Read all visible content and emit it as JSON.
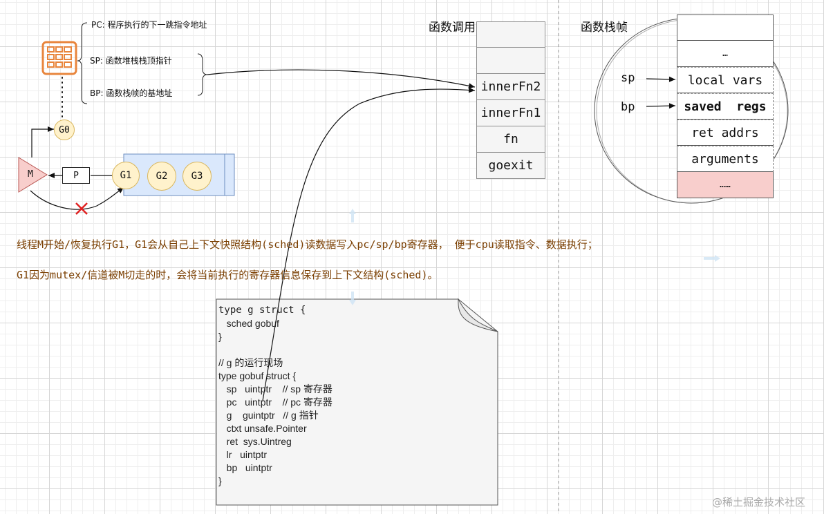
{
  "registers": {
    "pc": "PC: 程序执行的下一跳指令地址",
    "sp": "SP:  函数堆栈栈顶指针",
    "bp": "BP: 函数栈帧的基地址"
  },
  "nodes": {
    "g0": "G0",
    "m": "M",
    "p": "P",
    "g1": "G1",
    "g2": "G2",
    "g3": "G3"
  },
  "call_stack": {
    "title": "函数调用",
    "cells": [
      "",
      "",
      "innerFn2",
      "innerFn1",
      "fn",
      "goexit"
    ]
  },
  "stack_frame": {
    "title": "函数栈帧",
    "cells": [
      "",
      "…",
      "local vars",
      "saved  regs",
      "ret addrs",
      "arguments",
      "……"
    ],
    "sp_label": "sp",
    "bp_label": "bp"
  },
  "notes": {
    "line1": "线程M开始/恢复执行G1，G1会从自己上下文快照结构(sched)读数据写入pc/sp/bp寄存器，  便于cpu读取指令、数据执行；",
    "line2": "G1因为mutex/信道被M切走的时，会将当前执行的寄存器信息保存到上下文结构(sched)。"
  },
  "code": [
    "type g struct {",
    "   sched gobuf",
    "}",
    "",
    "// g 的运行现场",
    "type gobuf struct {",
    "   sp   uintptr    // sp 寄存器",
    "   pc   uintptr    // pc 寄存器",
    "   g    guintptr   // g 指针",
    "   ctxt unsafe.Pointer",
    "   ret  sys.Uintreg",
    "   lr   uintptr",
    "   bp   uintptr",
    "}"
  ],
  "watermark": "@稀土掘金技术社区",
  "colors": {
    "note_text": "#7a3e00",
    "goroutine_fill": "#fff2cc",
    "goroutine_stroke": "#d9b65c",
    "m_fill": "#f8cecc",
    "m_stroke": "#b85450",
    "queue_fill": "#dae8fc",
    "queue_stroke": "#6c8ebf",
    "cpu_icon": "#e8853c",
    "cross": "#e02020"
  }
}
